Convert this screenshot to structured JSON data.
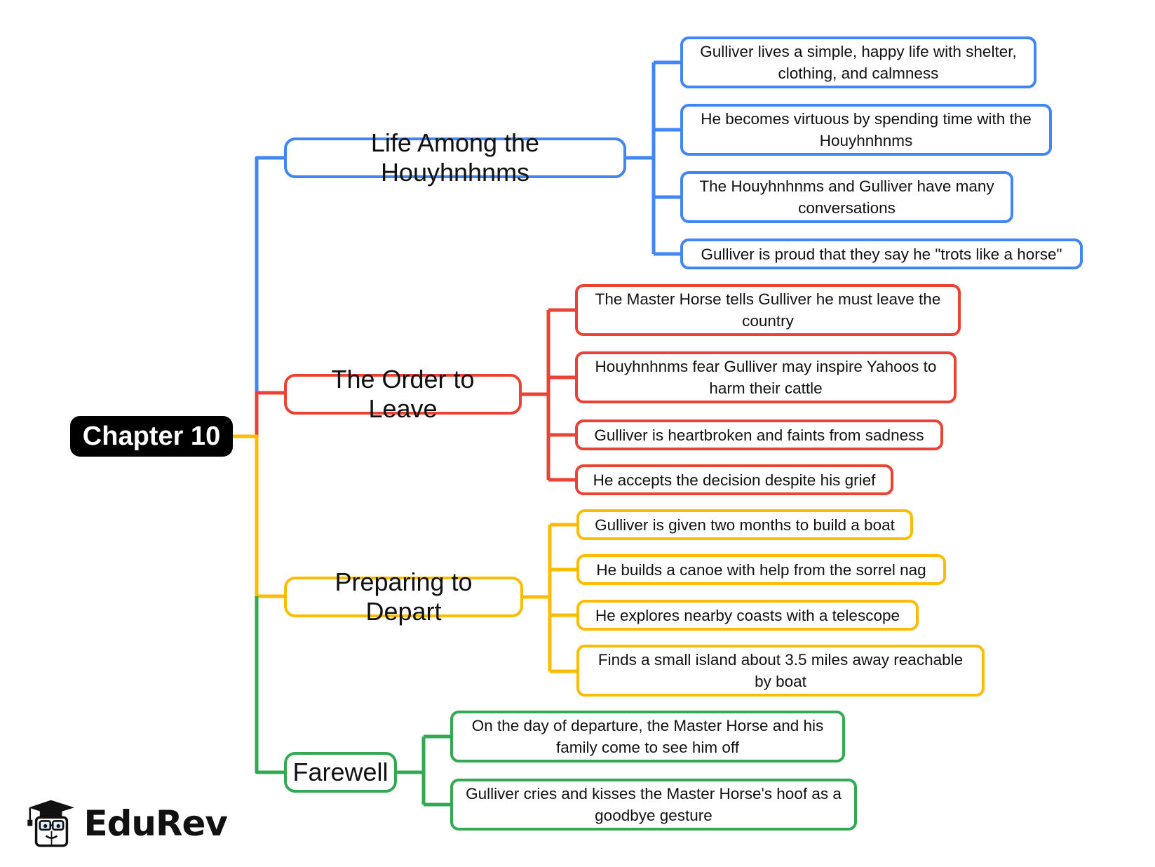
{
  "root": {
    "label": "Chapter 10"
  },
  "colors": {
    "blue": "#4285f4",
    "red": "#ea4335",
    "yellow": "#fbbc04",
    "green": "#34a853",
    "root": "#000000"
  },
  "branches": [
    {
      "label": "Life Among the Houyhnhnms",
      "color": "#4285f4",
      "children": [
        "Gulliver lives a simple, happy life with shelter, clothing, and calmness",
        "He becomes virtuous by spending time with the Houyhnhnms",
        "The Houyhnhnms and Gulliver have many conversations",
        "Gulliver is proud that they say he \"trots like a horse\""
      ]
    },
    {
      "label": "The Order to Leave",
      "color": "#ea4335",
      "children": [
        "The Master Horse tells Gulliver he must leave the country",
        "Houyhnhnms fear Gulliver may inspire Yahoos to harm their cattle",
        "Gulliver is heartbroken and faints from sadness",
        "He accepts the decision despite his grief"
      ]
    },
    {
      "label": "Preparing to Depart",
      "color": "#fbbc04",
      "children": [
        "Gulliver is given two months to build a boat",
        "He builds a canoe with help from the sorrel nag",
        "He explores nearby coasts with a telescope",
        "Finds a small island about 3.5 miles away reachable by boat"
      ]
    },
    {
      "label": "Farewell",
      "color": "#34a853",
      "children": [
        "On the day of departure, the Master Horse and his family come to see him off",
        "Gulliver cries and kisses the Master Horse's hoof as a goodbye gesture"
      ]
    }
  ],
  "logo": {
    "text": "EduRev",
    "icon": "graduate-mascot-icon"
  }
}
